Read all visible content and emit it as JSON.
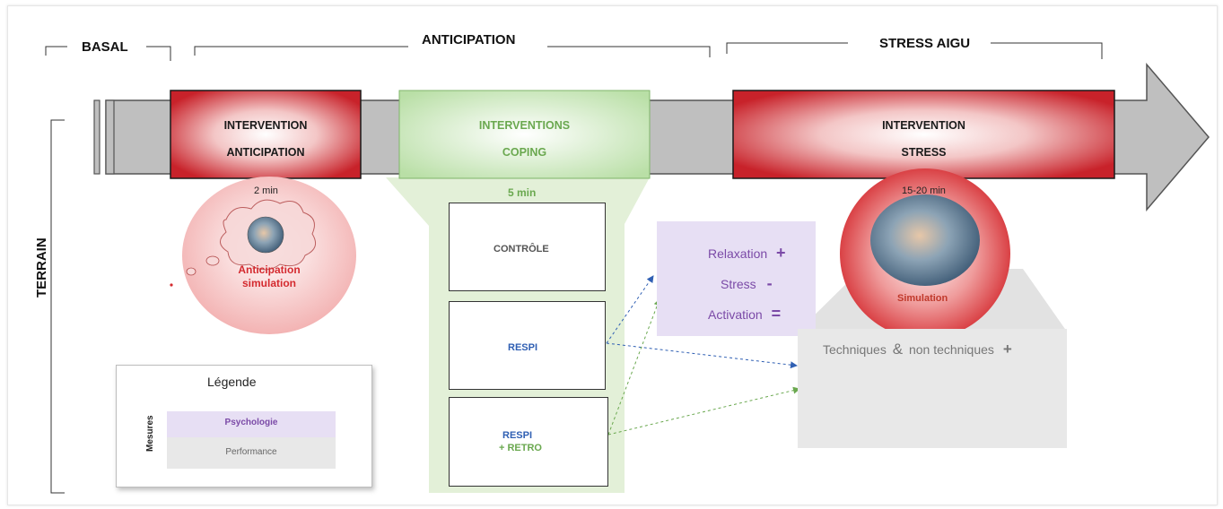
{
  "phases": {
    "basal": "BASAL",
    "anticipation": "ANTICIPATION",
    "stress": "STRESS AIGU"
  },
  "side_label": "TERRAIN",
  "boxes": {
    "anticipation": {
      "line1": "INTERVENTION",
      "line2": "ANTICIPATION",
      "duration": "2 min"
    },
    "coping": {
      "line1": "INTERVENTIONS",
      "line2": "COPING",
      "duration": "5 min"
    },
    "stress": {
      "line1": "INTERVENTION",
      "line2": "STRESS",
      "duration": "15-20 min"
    }
  },
  "thought": {
    "line1": "Anticipation",
    "line2": "simulation"
  },
  "simulation_label": "Simulation",
  "panels": {
    "control": "CONTRÔLE",
    "respi": "RESPI",
    "respi_retro_1": "RESPI",
    "respi_retro_2": "+ RETRO"
  },
  "psychology": {
    "items": [
      {
        "label": "Relaxation",
        "sign": "+"
      },
      {
        "label": "Stress",
        "sign": "-"
      },
      {
        "label": "Activation",
        "sign": "="
      }
    ]
  },
  "performance": {
    "left": "Techniques",
    "amp": "&",
    "right": "non techniques",
    "sign": "+"
  },
  "legend": {
    "title": "Légende",
    "axis": "Mesures",
    "psychology": "Psychologie",
    "performance": "Performance"
  },
  "colors": {
    "stress_red": "#c0392b",
    "coping_green": "#6aa84f",
    "psychology_purple": "#7b4aa7",
    "respi_blue": "#2f5fb3",
    "arrow_gray": "#bfbfbf"
  }
}
